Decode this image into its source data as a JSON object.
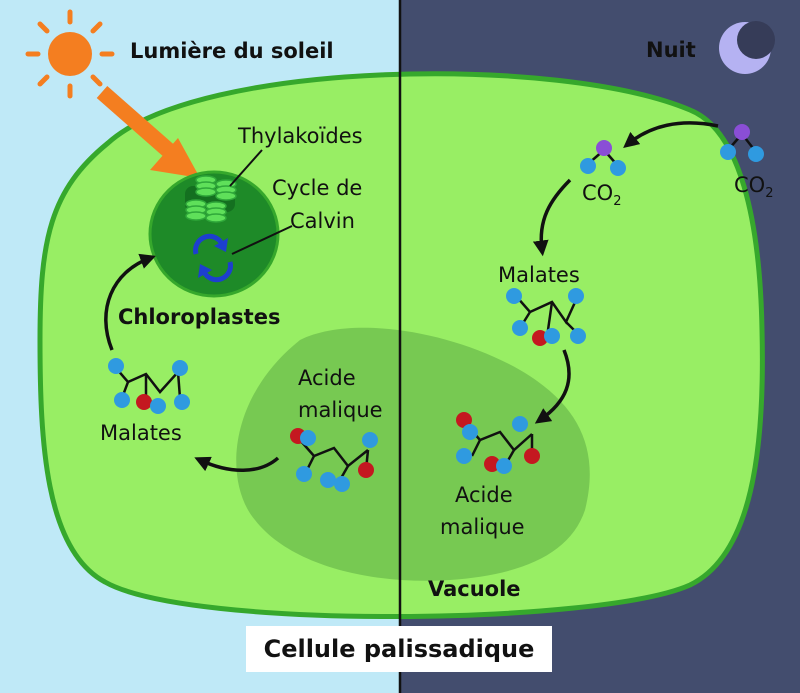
{
  "labels": {
    "sunlight": "Lumière du soleil",
    "night": "Nuit",
    "thylakoids": "Thylakoïdes",
    "calvin_cycle_line1": "Cycle de",
    "calvin_cycle_line2": "Calvin",
    "chloroplasts": "Chloroplastes",
    "co2_inside": "CO",
    "co2_outside": "CO",
    "co2_subscript": "2",
    "malates_right": "Malates",
    "malates_left": "Malates",
    "malic_acid_center_line1": "Acide",
    "malic_acid_center_line2": "malique",
    "malic_acid_right_line1": "Acide",
    "malic_acid_right_line2": "malique",
    "vacuole": "Vacuole",
    "cell": "Cellule palissadique"
  },
  "colors": {
    "day_background": "#bfe9f7",
    "night_background": "#434d6e",
    "cytoplasm": "#98ee64",
    "cell_wall": "#36a82c",
    "vacuole": "#6cbc4c",
    "chloroplast": "#1e8a28",
    "sun": "#f47e20",
    "moon": "#b5b2f2",
    "atom_blue": "#2f9ae0",
    "atom_red": "#c41820",
    "atom_purple": "#8a4ed6"
  },
  "icons": [
    "sun-icon",
    "moon-icon",
    "calvin-cycle-icon",
    "thylakoid-stack-icon"
  ]
}
